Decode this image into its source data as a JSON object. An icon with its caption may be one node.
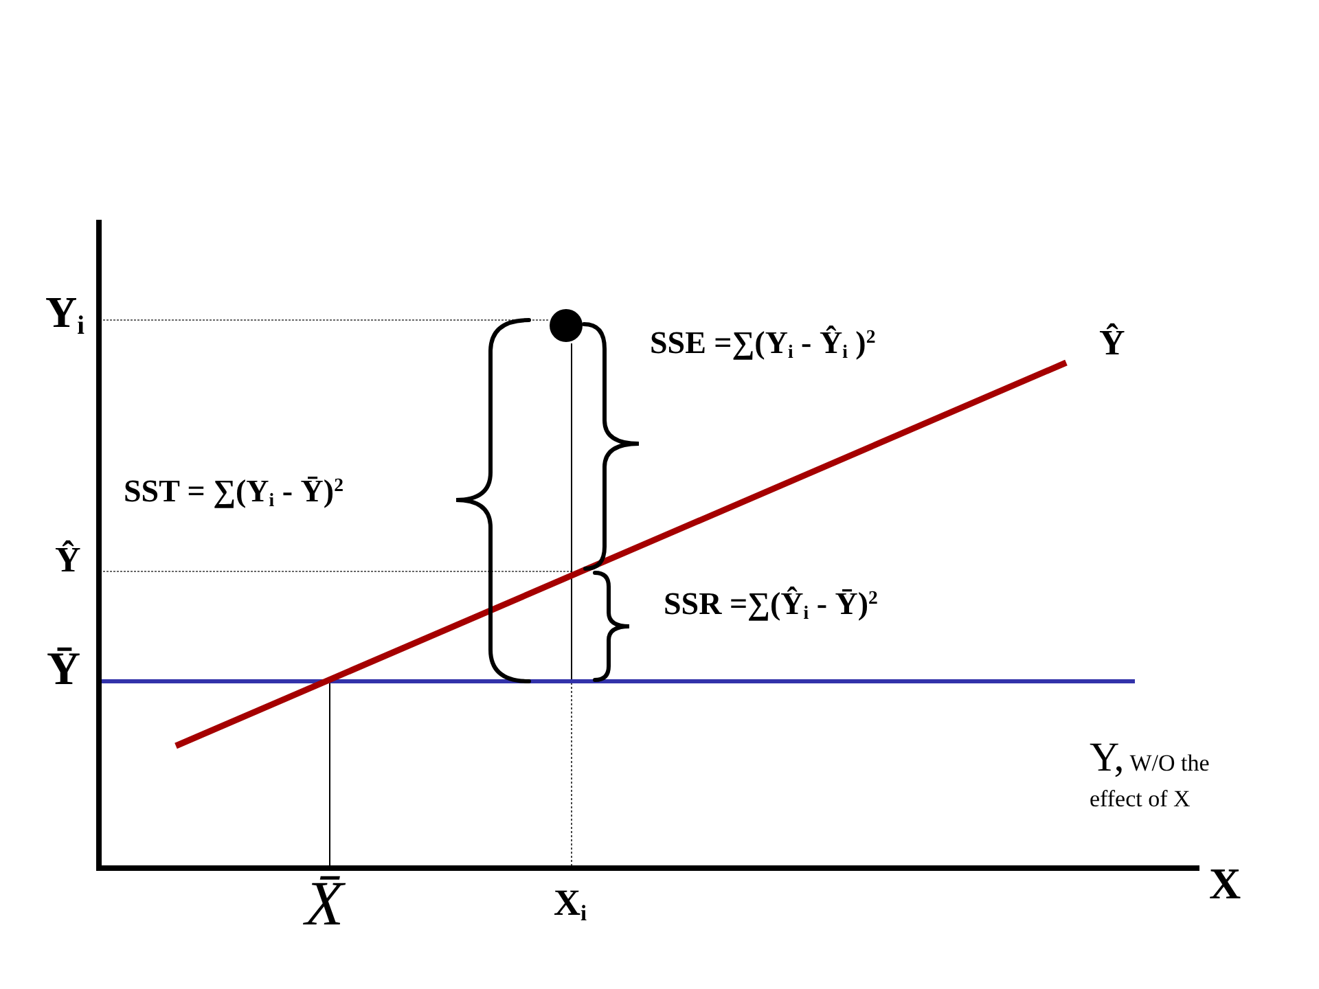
{
  "diagram": {
    "labels": [
      "Y$_{i}$",
      "SSE =∑(Y$_{i}$ - Ŷ$_{i}$ )$^{2}$",
      "Ŷ",
      "SST = ∑(Y$_{i}$ - Ȳ)$^{2}$",
      "Ŷ",
      "SSR =∑(Ŷ$_{i}$ - Ȳ)$^{2}$",
      "Ȳ",
      "Y, W/O the effect of X",
      "X̄",
      "X$_{i}$",
      "X"
    ]
  }
}
